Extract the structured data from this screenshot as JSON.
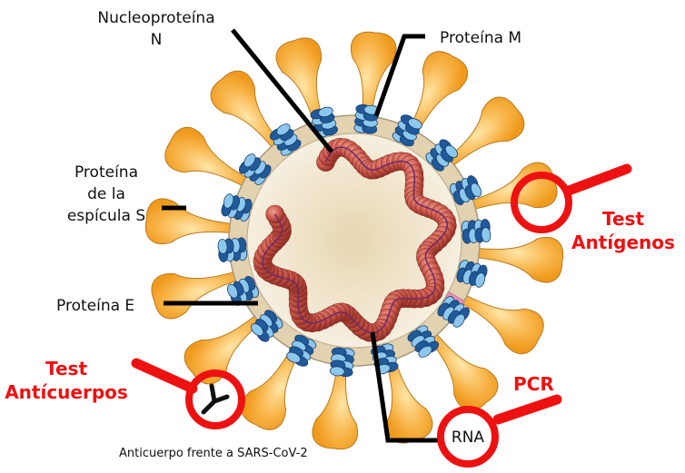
{
  "labels": {
    "nucleoprotein_line1": "Nucleoproteína",
    "nucleoprotein_line2": "N",
    "protein_m": "Proteína M",
    "spike_line1": "Proteína",
    "spike_line2": "de la",
    "spike_line3": "espícula S",
    "protein_e": "Proteína E",
    "rna": "RNA"
  },
  "tests": {
    "antigen_line1": "Test",
    "antigen_line2": "Antígenos",
    "antibody_line1": "Test",
    "antibody_line2": "Antícuerpos",
    "pcr": "PCR"
  },
  "caption": "Anticuerpo frente a SARS-CoV-2",
  "colors": {
    "spike": "#f5a52a",
    "envelope": "#e2d2b0",
    "core": "#ede3cc",
    "nucleocapsid": "#c9564a",
    "membrane_protein": "#4a8cc8",
    "envelope_protein": "#e890b0",
    "test_red": "#ee1111",
    "line": "#000000"
  }
}
